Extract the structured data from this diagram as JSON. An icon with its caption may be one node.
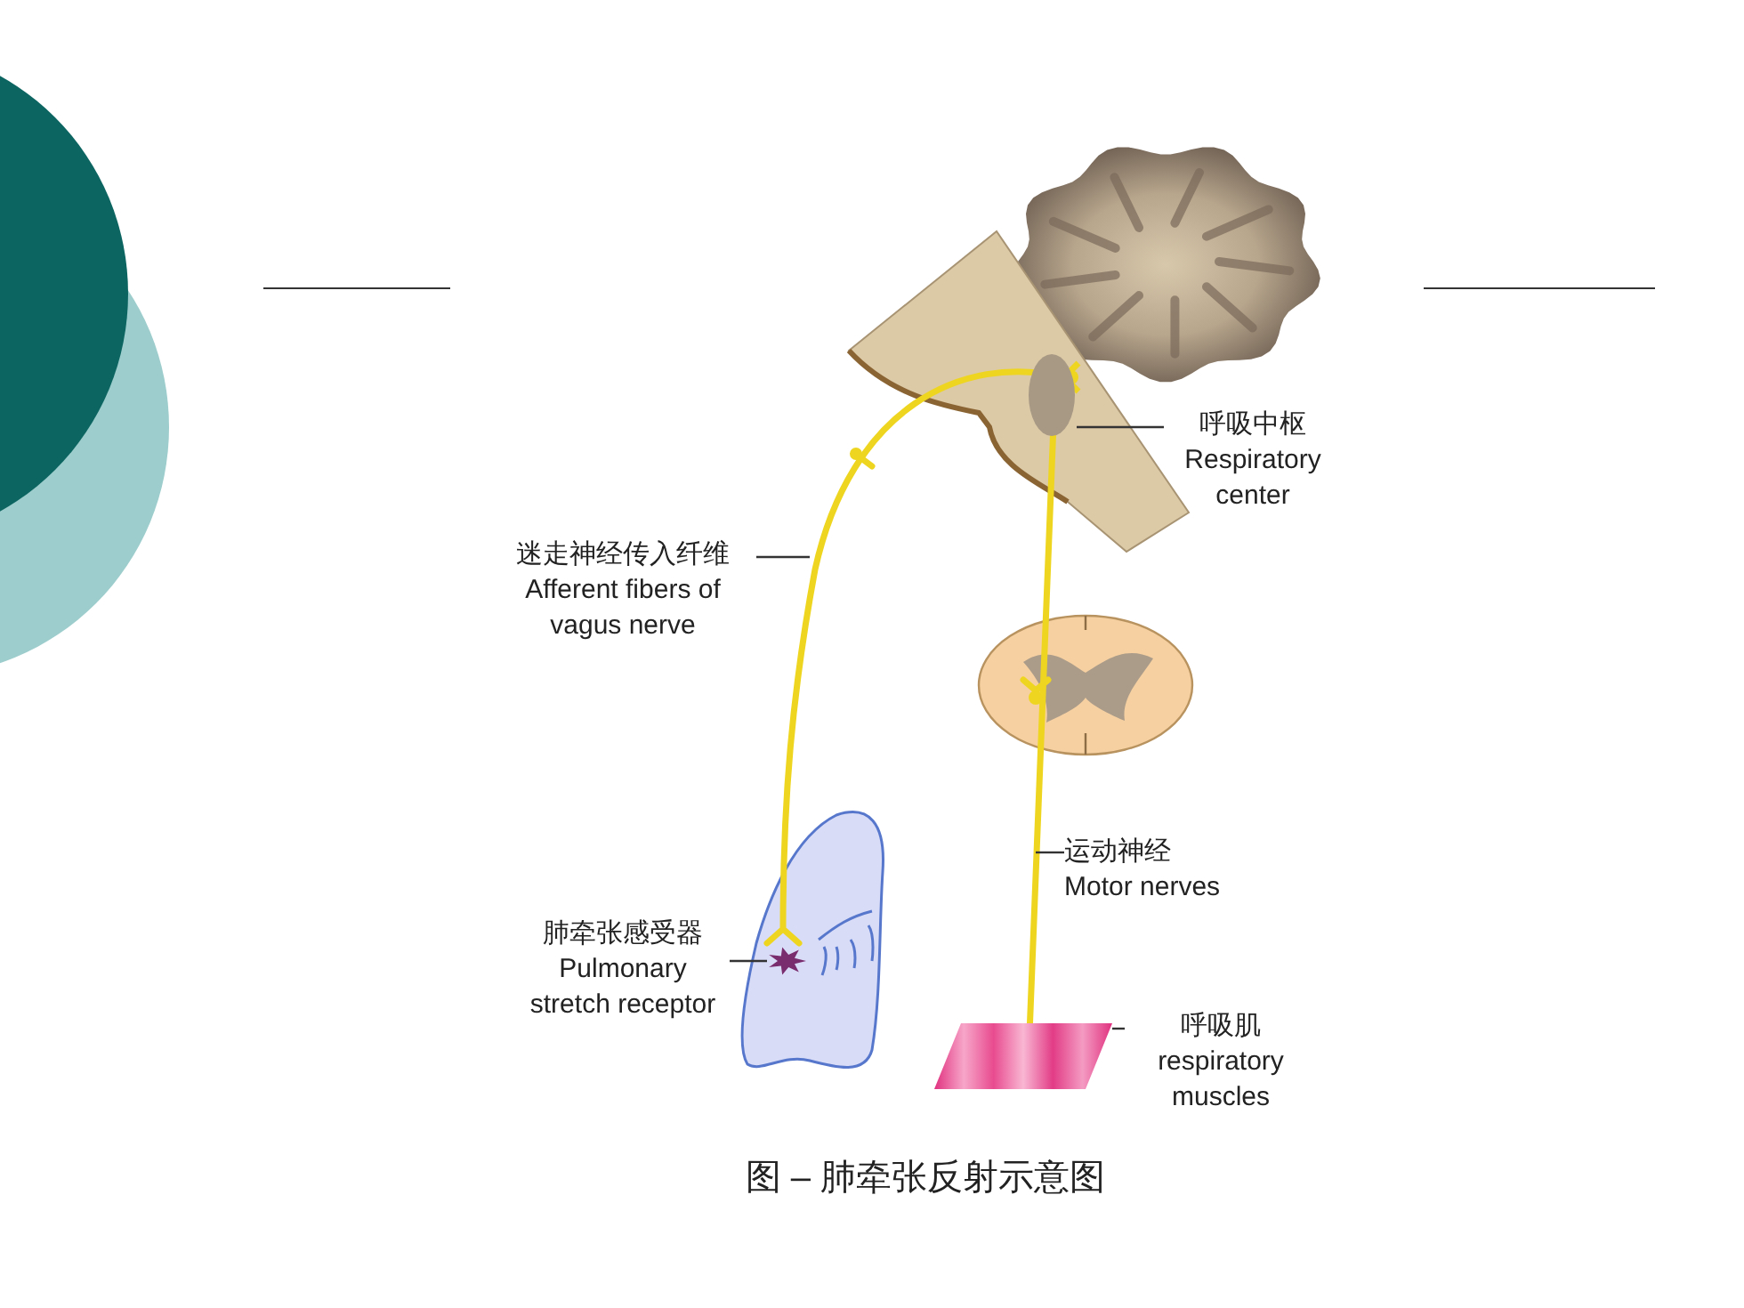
{
  "diagram": {
    "caption": "图 – 肺牵张反射示意图",
    "nodes": [
      {
        "text": [
          "呼吸中枢",
          "Respiratory center"
        ]
      },
      {
        "text": [],
        "shape": "circle"
      },
      {
        "text": [
          "迷走神经传入纤维",
          "Afferent fibers of vagus nerve"
        ]
      },
      {
        "text": [
          "运动神经",
          "Motor nerves"
        ]
      },
      {
        "text": [
          "肺牵张感受器",
          "Pulmonary stretch receptor"
        ]
      },
      {
        "text": [],
        "shape": "star"
      },
      {
        "text": [
          "呼吸肌",
          "respiratory muscles"
        ]
      },
      {
        "text": [],
        "shape": "box"
      }
    ],
    "edges": [
      {
        "from": 0,
        "to": 1,
        "arrow": "none"
      },
      {
        "from": 2,
        "to": null,
        "arrow": "none"
      },
      {
        "from": 3,
        "to": null,
        "arrow": "none"
      },
      {
        "from": 4,
        "to": 5,
        "arrow": "none"
      },
      {
        "from": 6,
        "to": 7,
        "arrow": "none"
      }
    ]
  }
}
